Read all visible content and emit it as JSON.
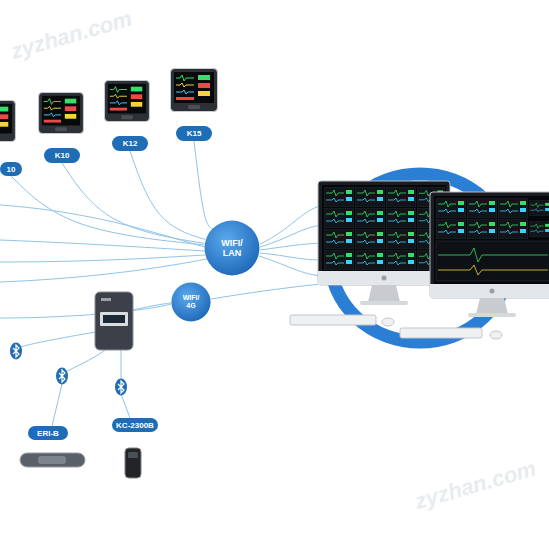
{
  "diagram": {
    "nodes": [
      {
        "text": [
          "10"
        ]
      },
      {
        "text": [
          "K10"
        ]
      },
      {
        "text": [
          "K12"
        ]
      },
      {
        "text": [
          "K15"
        ]
      },
      {
        "text": [
          "WIFI/ LAN"
        ]
      },
      {
        "text": [
          "WIFI/ 4G"
        ]
      },
      {
        "text": [
          "ERI-B"
        ]
      },
      {
        "text": [
          "KC-2300B"
        ]
      }
    ],
    "edges": [
      {
        "from": 0,
        "to": 4,
        "arrow": "none"
      },
      {
        "from": 1,
        "to": 4,
        "arrow": "none"
      },
      {
        "from": 2,
        "to": 4,
        "arrow": "none"
      },
      {
        "from": 3,
        "to": 4,
        "arrow": "none"
      }
    ],
    "labels": [
      "zyzhan.com",
      "zyzhan.com"
    ]
  }
}
